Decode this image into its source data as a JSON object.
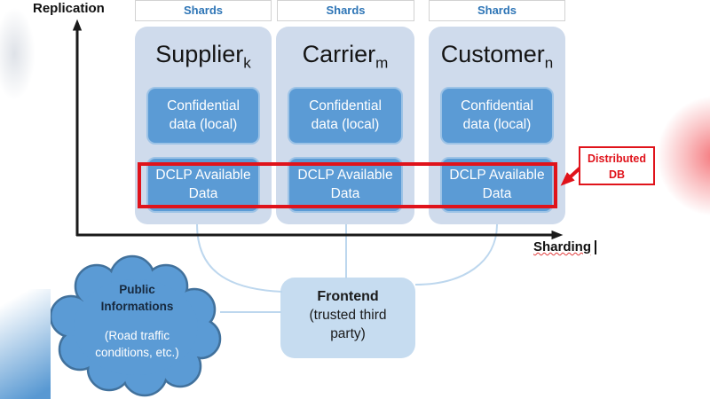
{
  "axes": {
    "y_label": "Replication",
    "x_label": "Sharding"
  },
  "columns": [
    {
      "shards_label": "Shards",
      "title": "Supplier",
      "subscript": "k",
      "confidential_box": "Confidential data (local)",
      "dclp_box": "DCLP Available Data"
    },
    {
      "shards_label": "Shards",
      "title": "Carrier",
      "subscript": "m",
      "confidential_box": "Confidential data (local)",
      "dclp_box": "DCLP Available Data"
    },
    {
      "shards_label": "Shards",
      "title": "Customer",
      "subscript": "n",
      "confidential_box": "Confidential data (local)",
      "dclp_box": "DCLP Available Data"
    }
  ],
  "annotation": {
    "label": "Distributed DB"
  },
  "frontend": {
    "title": "Frontend",
    "subtitle": "(trusted third party)"
  },
  "cloud": {
    "public_label": "Public Informations",
    "detail_label": "(Road traffic conditions, etc.)"
  },
  "colors": {
    "accent_blue": "#5B9BD5",
    "panel_blue": "#CFDBEC",
    "box_border_blue": "#9DC3E6",
    "connector_blue": "#BDD7EE",
    "frontend_blue": "#C6DCF0",
    "cloud_stroke_blue": "#41719C",
    "shards_text_blue": "#2E75B6",
    "annotation_red": "#E0131B",
    "axis_black": "#1A1A1A"
  }
}
